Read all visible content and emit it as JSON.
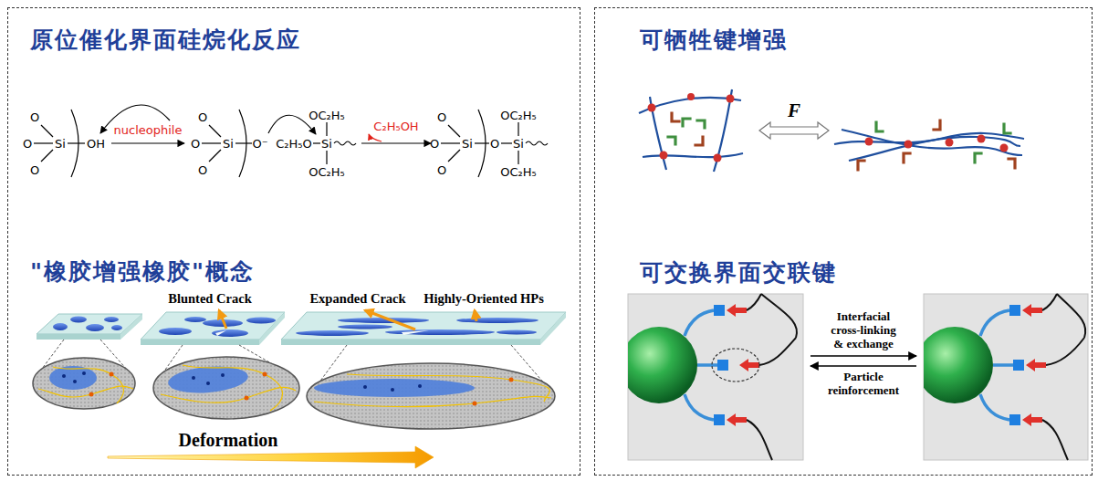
{
  "diagram": {
    "nodes": [
      {
        "text": [
          "原位催化界面硅烷化反应",
          "\"橡胶增强橡胶\"概念"
        ]
      },
      {
        "text": [
          "可牺牲键增强",
          "可交换界面交联键"
        ]
      }
    ],
    "labels": [
      "O",
      "O",
      "O",
      "Si",
      "OH",
      "nucleophile",
      "O",
      "O",
      "O",
      "Si",
      "O⁻",
      "OC₂H₅",
      "C₂H₅O",
      "Si",
      "OC₂H₅",
      "C₂H₅OH",
      "O",
      "O",
      "O",
      "Si",
      "O",
      "Si",
      "OC₂H₅",
      "OC₂H₅",
      "Blunted Crack",
      "Expanded Crack",
      "Highly-Oriented HPs",
      "Deformation",
      "F",
      "Interfacial cross-linking & exchange",
      "Particle reinforcement"
    ]
  }
}
